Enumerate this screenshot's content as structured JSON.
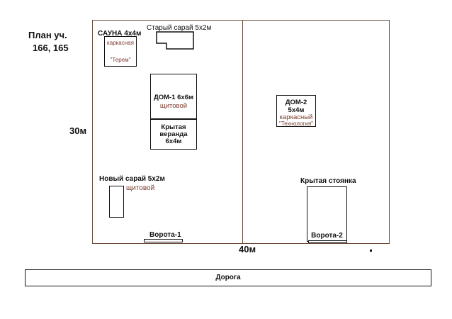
{
  "title_line1": "План уч.",
  "title_line2": "166, 165",
  "dim_height": "30м",
  "dim_width": "40м",
  "sauna": {
    "title": "САУНА  4х4м",
    "type": "каркасная",
    "brand": "\"Терем\""
  },
  "old_shed": {
    "label": "Старый сарай 5х2м"
  },
  "house1": {
    "title": "ДОМ-1   6х6м",
    "type": "щитовой"
  },
  "veranda": {
    "line1": "Крытая",
    "line2": "веранда",
    "line3": "6х4м"
  },
  "new_shed": {
    "label": "Новый сарай 5х2м",
    "type": "щитовой"
  },
  "gate1": {
    "label": "Ворота-1"
  },
  "house2": {
    "title": "ДОМ-2",
    "size": "5х4м",
    "type": "каркасный",
    "brand": "\"Технология\""
  },
  "parking": {
    "label": "Крытая стоянка"
  },
  "gate2": {
    "label": "Ворота-2"
  },
  "road": {
    "label": "Дорога"
  },
  "colors": {
    "outline": "#6b4a3a",
    "type_text": "#7a3b2e"
  }
}
